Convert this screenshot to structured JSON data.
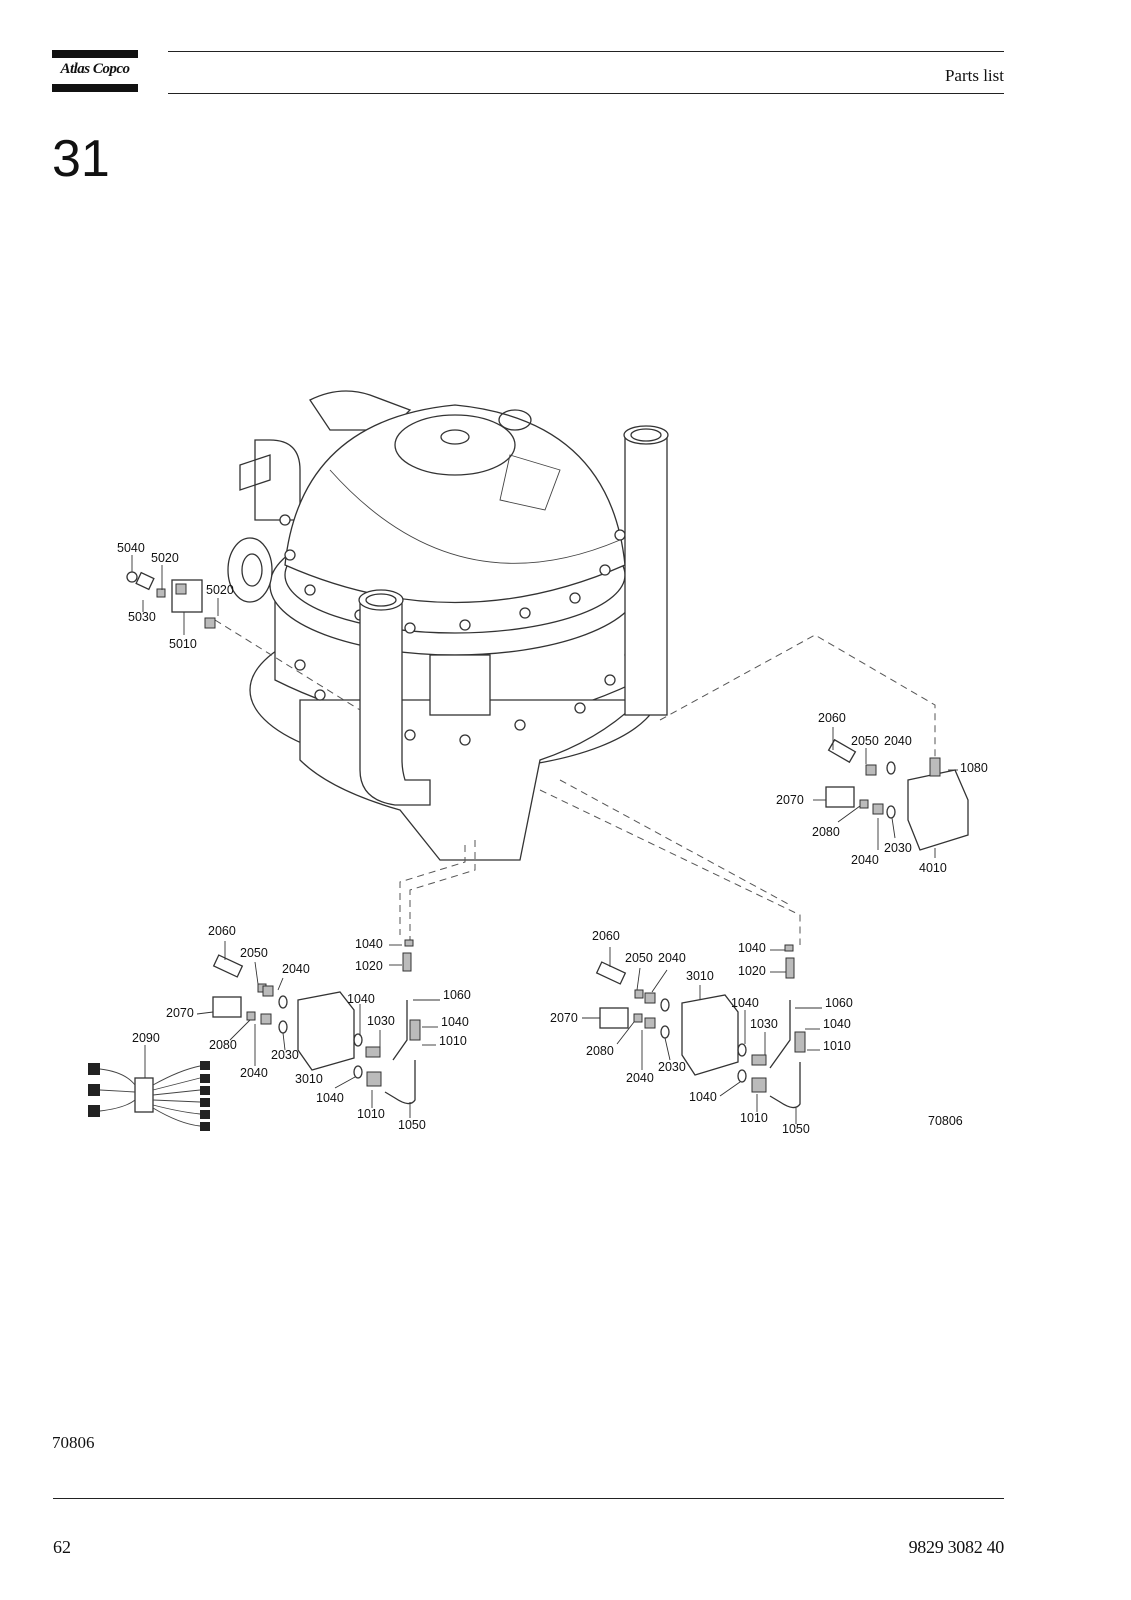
{
  "header": {
    "brand": "Atlas Copco",
    "section_label": "Parts list"
  },
  "section": {
    "number": "31"
  },
  "figure": {
    "drawing_code": "70806",
    "callouts": {
      "c5040": "5040",
      "c5020a": "5020",
      "c5020b": "5020",
      "c5030": "5030",
      "c5010": "5010",
      "r2060": "2060",
      "r2050": "2050",
      "r2040a": "2040",
      "r1080": "1080",
      "r2070": "2070",
      "r2080": "2080",
      "r2040b": "2040",
      "r2030": "2030",
      "r4010": "4010",
      "l2060": "2060",
      "l2050": "2050",
      "l2040a": "2040",
      "l2070": "2070",
      "l2090": "2090",
      "l2080": "2080",
      "l2040b": "2040",
      "l2030": "2030",
      "l3010": "3010",
      "l1040a": "1040",
      "l1020": "1020",
      "l1040b": "1040",
      "l1030": "1030",
      "l1060": "1060",
      "l1040c": "1040",
      "l1010a": "1010",
      "l1040d": "1040",
      "l1010b": "1010",
      "l1050": "1050",
      "m2060": "2060",
      "m2050": "2050",
      "m2040a": "2040",
      "m3010": "3010",
      "m2070": "2070",
      "m2080": "2080",
      "m2040b": "2040",
      "m2030": "2030",
      "m1040a": "1040",
      "m1020": "1020",
      "m1040b": "1040",
      "m1030": "1030",
      "m1060": "1060",
      "m1040c": "1040",
      "m1010a": "1010",
      "m1040d": "1040",
      "m1010b": "1010",
      "m1050": "1050",
      "code": "70806"
    }
  },
  "footer": {
    "figure_code": "70806",
    "page_number": "62",
    "document_number": "9829 3082 40"
  }
}
